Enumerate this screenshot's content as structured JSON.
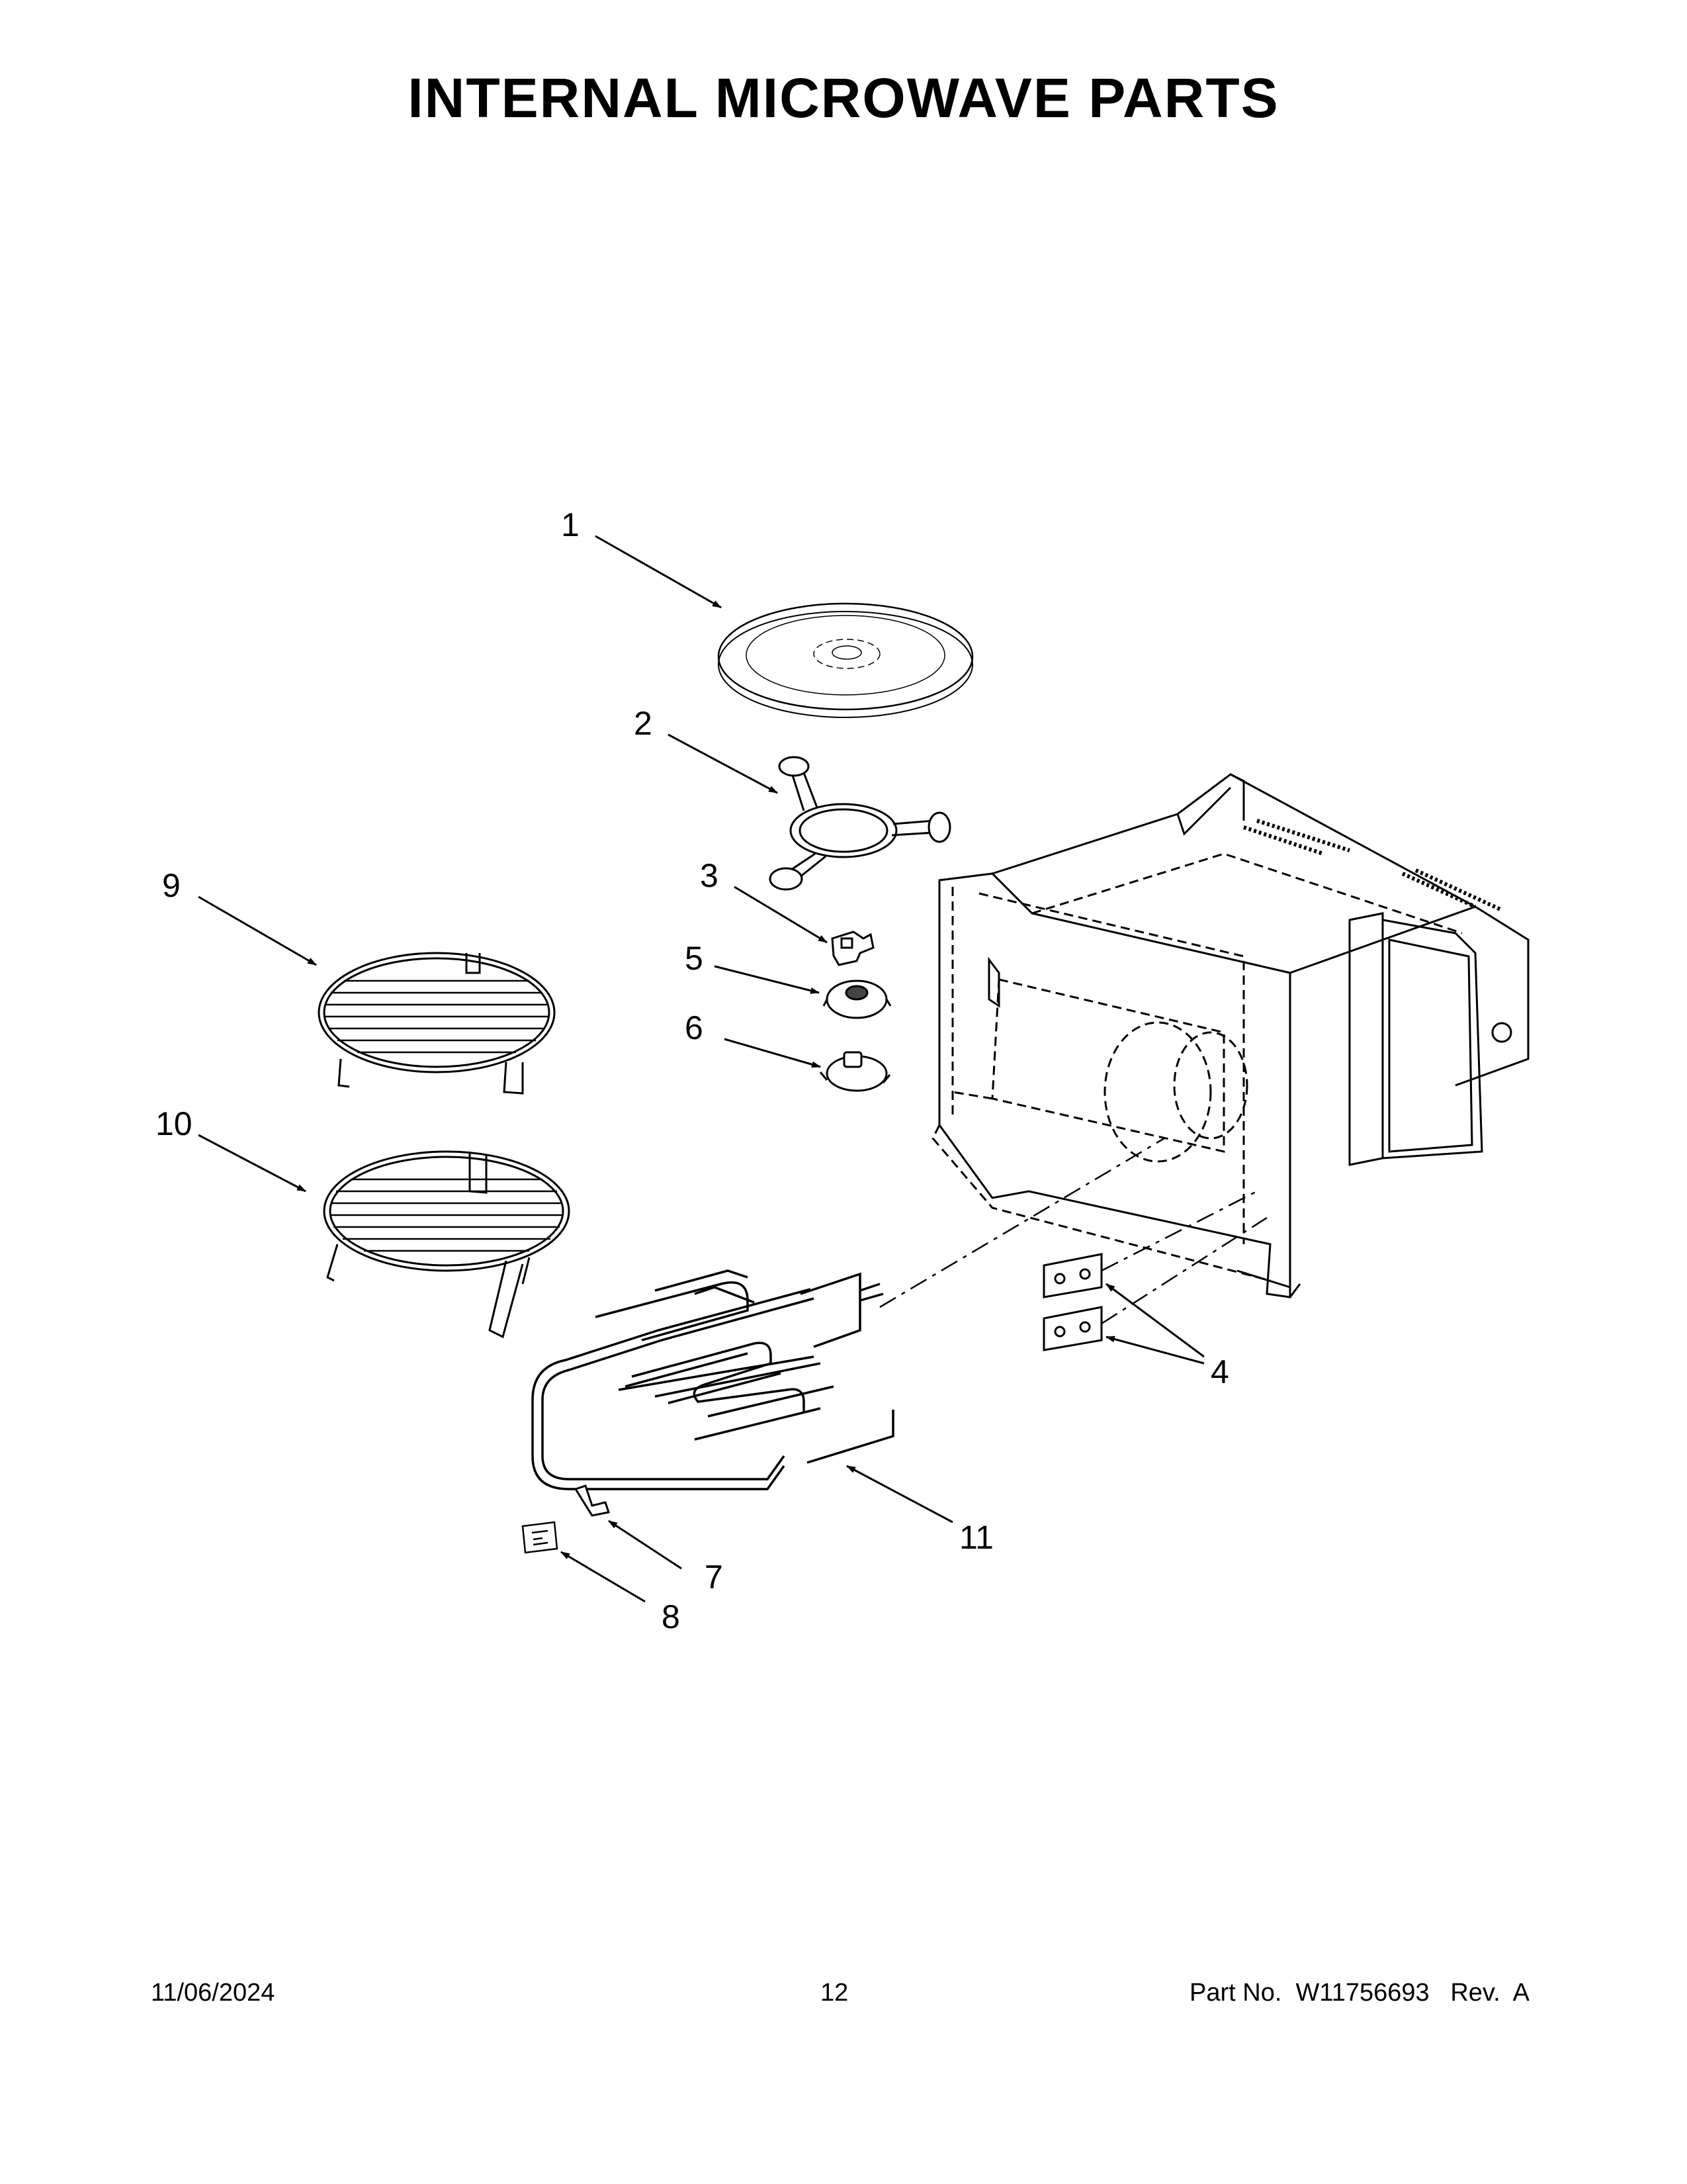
{
  "page": {
    "title": "INTERNAL MICROWAVE PARTS"
  },
  "callouts": [
    "1",
    "2",
    "3",
    "4",
    "5",
    "6",
    "7",
    "8",
    "9",
    "10",
    "11"
  ],
  "footer": {
    "date": "11/06/2024",
    "page_number": "12",
    "part_number": "Part No.  W11756693   Rev.  A"
  }
}
